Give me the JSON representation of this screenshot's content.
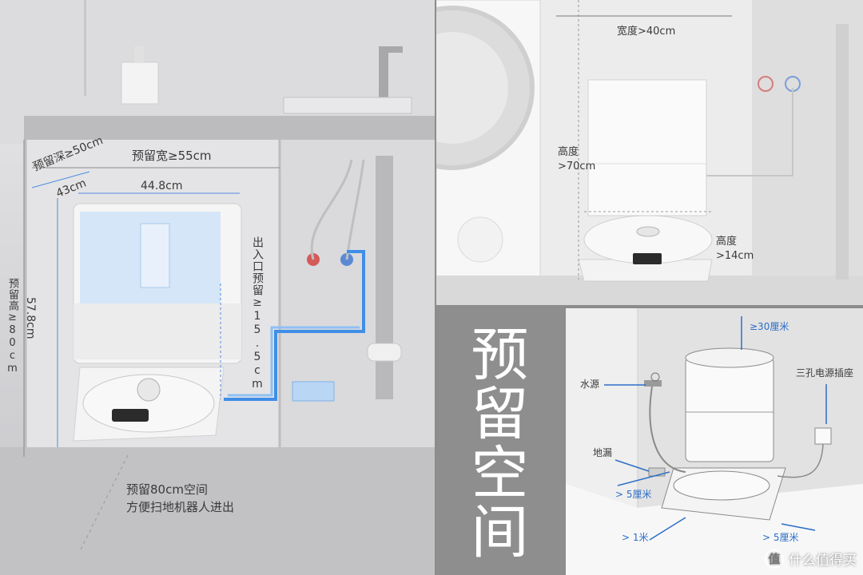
{
  "left": {
    "depth": "预留深≥50cm",
    "width": "预留宽≥55cm",
    "station_width": "44.8cm",
    "station_depth": "43cm",
    "station_height": "57.8cm",
    "reserve_height": "预留高≥80cm",
    "hose_reserve": "出入口预留≥15.5cm",
    "note_line1": "预留80cm空间",
    "note_line2": "方便扫地机器人进出"
  },
  "top_right": {
    "width": "宽度>40cm",
    "height_upper": "高度\n>70cm",
    "height_lower": "高度\n>14cm"
  },
  "title": "预留空间",
  "bottom_right": {
    "top_clearance": "≥30厘米",
    "water": "水源",
    "socket": "三孔电源插座",
    "drain": "地漏",
    "side_left": "> 5厘米",
    "front": "> 1米",
    "side_right": "> 5厘米"
  },
  "watermark": {
    "logo": "值",
    "text": "什么值得买"
  }
}
